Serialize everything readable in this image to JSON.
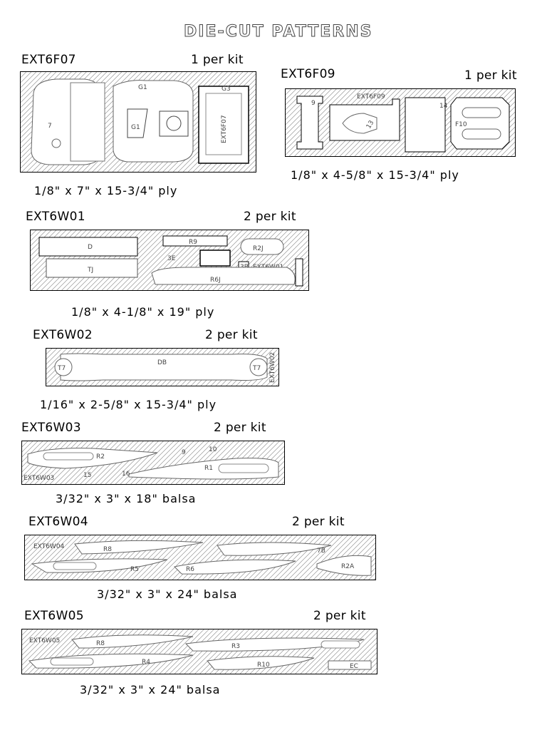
{
  "title": "DIE-CUT PATTERNS",
  "sheets": [
    {
      "id": "EXT6F07",
      "qty": "1 per kit",
      "dimensions": "1/8\" x 7\" x 15-3/4\" ply",
      "parts": [
        "7",
        "G1",
        "G1",
        "G3",
        "EXT6F07"
      ]
    },
    {
      "id": "EXT6F09",
      "qty": "1 per kit",
      "dimensions": "1/8\" x 4-5/8\" x 15-3/4\" ply",
      "parts": [
        "EXT6F09",
        "9",
        "13",
        "14",
        "F10"
      ]
    },
    {
      "id": "EXT6W01",
      "qty": "2 per kit",
      "dimensions": "1/8\" x 4-1/8\" x 19\" ply",
      "parts": [
        "D",
        "TJ",
        "R9",
        "R6J",
        "3B",
        "EXT6W01",
        "R2J",
        "3E"
      ]
    },
    {
      "id": "EXT6W02",
      "qty": "2 per kit",
      "dimensions": "1/16\" x 2-5/8\" x 15-3/4\" ply",
      "parts": [
        "DB",
        "T7",
        "T7",
        "EXT6W02"
      ]
    },
    {
      "id": "EXT6W03",
      "qty": "2 per kit",
      "dimensions": "3/32\" x 3\" x 18\" balsa",
      "parts": [
        "R2",
        "R1",
        "EXT6W03",
        "9",
        "10",
        "15",
        "16"
      ]
    },
    {
      "id": "EXT6W04",
      "qty": "2 per kit",
      "dimensions": "3/32\" x 3\" x 24\" balsa",
      "parts": [
        "EXT6W04",
        "R5",
        "R6",
        "R2A",
        "R8",
        "7B"
      ]
    },
    {
      "id": "EXT6W05",
      "qty": "2 per kit",
      "dimensions": "3/32\" x 3\" x 24\" balsa",
      "parts": [
        "EXT6W05",
        "R8",
        "R4",
        "R3",
        "R10",
        "EC"
      ]
    }
  ]
}
